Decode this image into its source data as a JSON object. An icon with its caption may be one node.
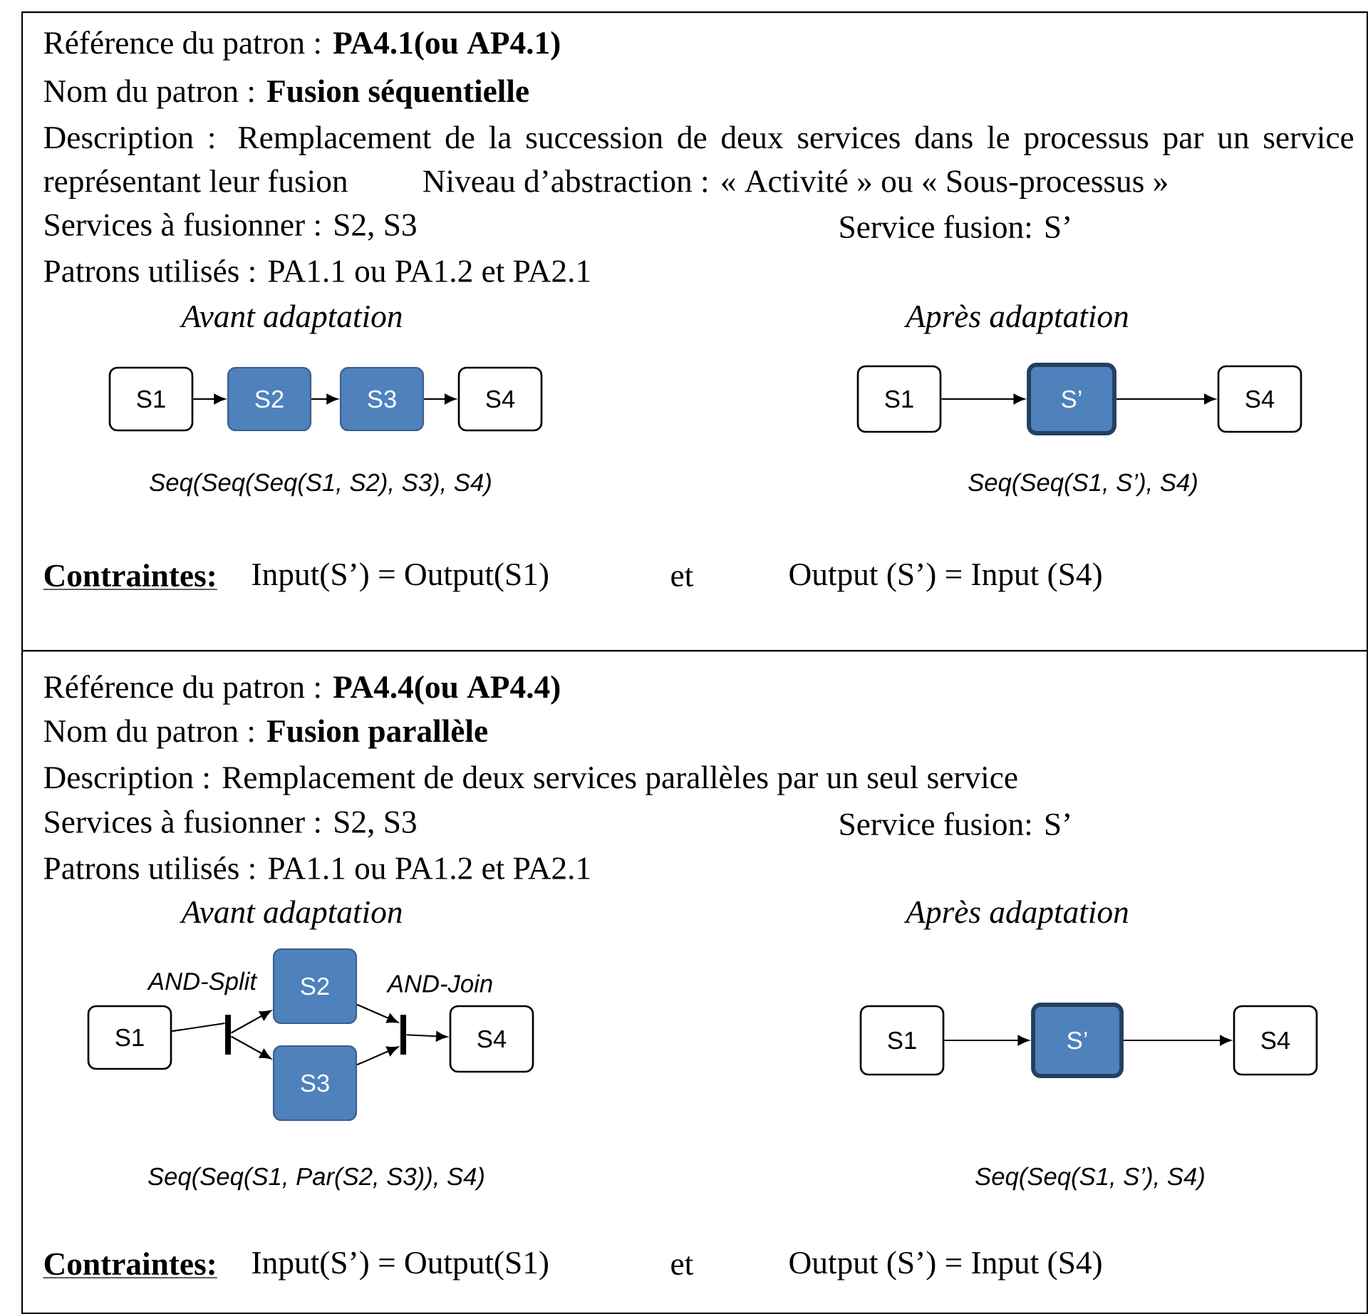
{
  "diagram": {
    "nodes": [
      {
        "text": [
          "Référence du patron : **PA4.1(ou AP4.1)**",
          "Nom du patron : **Fusion séquentielle**",
          "Description : Remplacement  de la succession de deux services dans le processus par un service représentant leur fusion",
          "Niveau d’abstraction : « Activité » ou « Sous-processus »",
          "Services à fusionner : S2, S3",
          "Service fusion: S’",
          "Patrons utilisés : PA1.1 ou PA1.2 et  PA2.1",
          "Avant adaptation",
          "Après adaptation",
          "Seq(Seq(Seq(S1, S2), S3), S4)",
          "Seq(Seq(S1, S’), S4)",
          "Contraintes:",
          "Input(S’) = Output(S1)",
          "et",
          "Output (S’) = Input (S4)"
        ]
      },
      {
        "text": [
          "S1"
        ],
        "in": 0
      },
      {
        "text": [
          "S2"
        ],
        "in": 0
      },
      {
        "text": [
          "S3"
        ],
        "in": 0
      },
      {
        "text": [
          "S4"
        ],
        "in": 0
      },
      {
        "text": [
          "S1"
        ],
        "in": 0
      },
      {
        "text": [
          "S’"
        ],
        "in": 0
      },
      {
        "text": [
          "S4"
        ],
        "in": 0
      },
      {
        "text": [
          "Référence du patron : **PA4.4(ou AP4.4)**",
          "Nom du patron : **Fusion parallèle**",
          "Description : Remplacement de deux services parallèles par un seul service",
          "Services à fusionner : S2, S3",
          "Service fusion: S’",
          "Patrons utilisés : PA1.1 ou PA1.2 et  PA2.1",
          "Avant adaptation",
          "Après adaptation",
          "Seq(Seq(S1, Par(S2, S3)), S4)",
          "Seq(Seq(S1, S’), S4)",
          "Contraintes:",
          "Input(S’) = Output(S1)",
          "et",
          "Output (S’) = Input (S4)"
        ]
      },
      {
        "text": [
          "S1"
        ],
        "in": 8
      },
      {
        "text": [],
        "shape": "bar",
        "in": 8,
        "beside": [
          "AND-Split"
        ]
      },
      {
        "text": [
          "S2"
        ],
        "in": 8
      },
      {
        "text": [
          "S3"
        ],
        "in": 8
      },
      {
        "text": [],
        "shape": "bar",
        "in": 8,
        "beside": [
          "AND-Join"
        ]
      },
      {
        "text": [
          "S4"
        ],
        "in": 8
      },
      {
        "text": [
          "S1"
        ],
        "in": 8
      },
      {
        "text": [
          "S’"
        ],
        "in": 8
      },
      {
        "text": [
          "S4"
        ],
        "in": 8
      }
    ],
    "edges": [
      {
        "from": 1,
        "to": 2,
        "arrow": "to"
      },
      {
        "from": 2,
        "to": 3,
        "arrow": "to"
      },
      {
        "from": 3,
        "to": 4,
        "arrow": "to"
      },
      {
        "from": 5,
        "to": 6,
        "arrow": "to"
      },
      {
        "from": 6,
        "to": 7,
        "arrow": "to"
      },
      {
        "from": 9,
        "to": 10,
        "arrow": "none"
      },
      {
        "from": 10,
        "to": 11,
        "arrow": "to"
      },
      {
        "from": 10,
        "to": 12,
        "arrow": "to"
      },
      {
        "from": 11,
        "to": 13,
        "arrow": "to"
      },
      {
        "from": 12,
        "to": 13,
        "arrow": "to"
      },
      {
        "from": 13,
        "to": 14,
        "arrow": "to"
      },
      {
        "from": 15,
        "to": 16,
        "arrow": "to"
      },
      {
        "from": 16,
        "to": 17,
        "arrow": "to"
      }
    ]
  }
}
